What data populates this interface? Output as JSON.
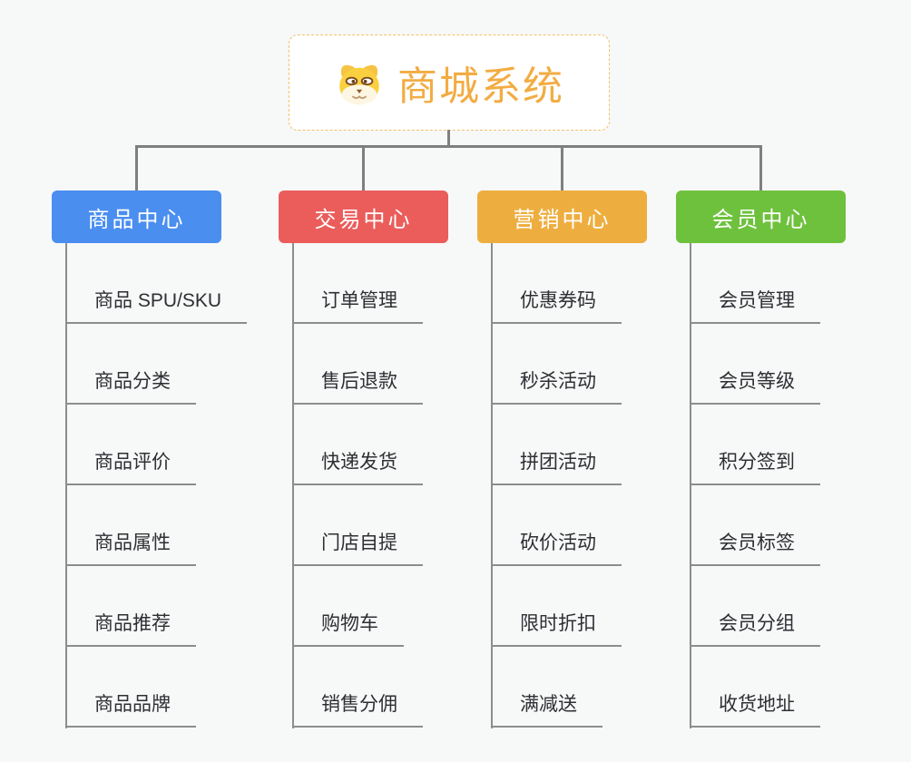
{
  "page": {
    "background": "#f7f8f8",
    "connector_color": "#7f7f7f"
  },
  "root": {
    "title": "商城系统",
    "icon": "shiba-dog-icon",
    "text_color": "#f2ac43",
    "border_color": "#f3c06a"
  },
  "branches": [
    {
      "label": "商品中心",
      "color": "#4a8ef0",
      "children": [
        "商品 SPU/SKU",
        "商品分类",
        "商品评价",
        "商品属性",
        "商品推荐",
        "商品品牌"
      ]
    },
    {
      "label": "交易中心",
      "color": "#ea5d5b",
      "children": [
        "订单管理",
        "售后退款",
        "快递发货",
        "门店自提",
        "购物车",
        "销售分佣"
      ]
    },
    {
      "label": "营销中心",
      "color": "#eeae3f",
      "children": [
        "优惠券码",
        "秒杀活动",
        "拼团活动",
        "砍价活动",
        "限时折扣",
        "满减送"
      ]
    },
    {
      "label": "会员中心",
      "color": "#6ec13d",
      "children": [
        "会员管理",
        "会员等级",
        "积分签到",
        "会员标签",
        "会员分组",
        "收货地址"
      ]
    }
  ]
}
